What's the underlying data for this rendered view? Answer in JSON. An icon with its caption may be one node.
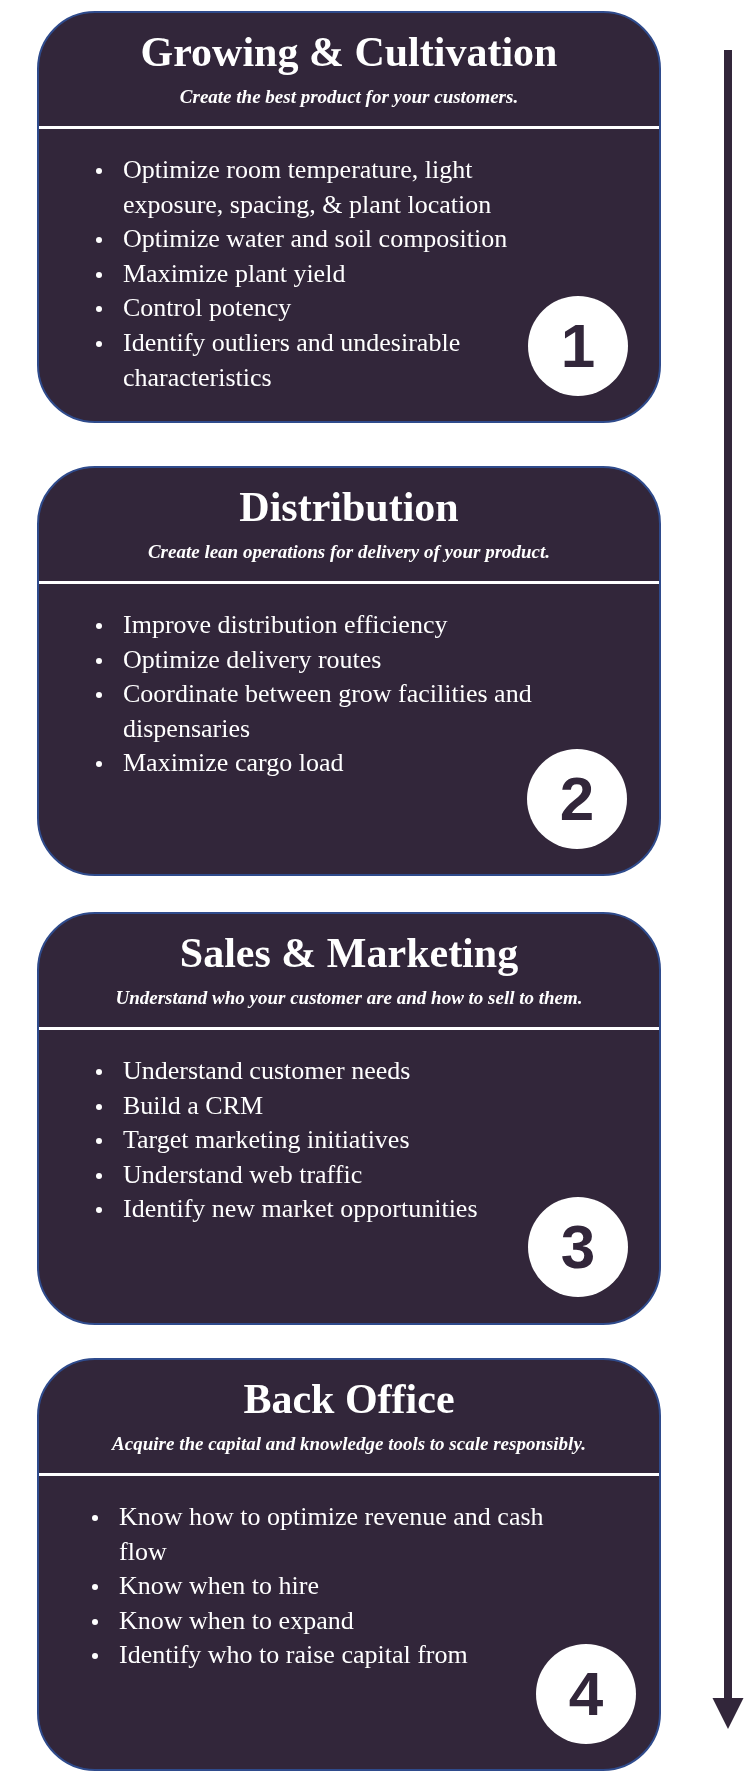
{
  "diagram": {
    "nodes": [
      {
        "text": [
          "Growing & Cultivation",
          "Create the best product for your customers.",
          "Optimize room temperature, light exposure, spacing, & plant location",
          "Optimize water and soil composition",
          "Maximize plant yield",
          "Control potency",
          "Identify outliers and undesirable characteristics"
        ]
      },
      {
        "text": [
          "1"
        ],
        "in": 0
      },
      {
        "text": [
          "Distribution",
          "Create lean operations for delivery of your product.",
          "Improve distribution efficiency",
          "Optimize delivery routes",
          "Coordinate between grow facilities and dispensaries",
          "Maximize cargo load"
        ]
      },
      {
        "text": [
          "2"
        ],
        "in": 2
      },
      {
        "text": [
          "Sales & Marketing",
          "Understand who your customer are and how to sell to them.",
          "Understand customer needs",
          "Build a CRM",
          "Target marketing initiatives",
          "Understand web traffic",
          "Identify new market opportunities"
        ]
      },
      {
        "text": [
          "3"
        ],
        "in": 4
      },
      {
        "text": [
          "Back Office",
          "Acquire the capital and knowledge tools to scale responsibly.",
          "Know how to optimize revenue and cash flow",
          "Know when to hire",
          "Know when to expand",
          "Identify who to raise capital from"
        ]
      },
      {
        "text": [
          "4"
        ],
        "in": 6
      }
    ]
  }
}
